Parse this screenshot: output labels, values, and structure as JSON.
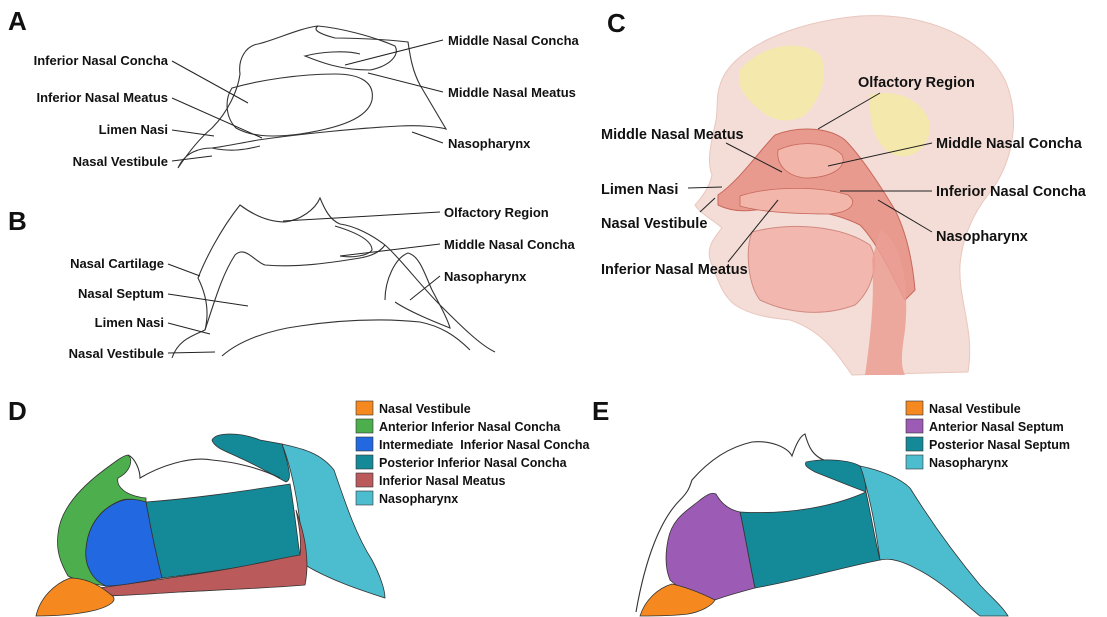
{
  "panels": {
    "a": {
      "letter": "A",
      "labels": {
        "inferior_concha": "Inferior Nasal Concha",
        "inferior_meatus": "Inferior Nasal Meatus",
        "limen_nasi": "Limen Nasi",
        "vestibule": "Nasal Vestibule",
        "middle_concha": "Middle Nasal Concha",
        "middle_meatus": "Middle Nasal Meatus",
        "nasopharynx": "Nasopharynx"
      }
    },
    "b": {
      "letter": "B",
      "labels": {
        "cartilage": "Nasal Cartilage",
        "septum": "Nasal Septum",
        "limen_nasi": "Limen Nasi",
        "vestibule": "Nasal Vestibule",
        "olfactory": "Olfactory Region",
        "middle_concha": "Middle Nasal Concha",
        "nasopharynx": "Nasopharynx"
      }
    },
    "c": {
      "letter": "C",
      "labels": {
        "olfactory": "Olfactory Region",
        "middle_meatus": "Middle Nasal Meatus",
        "middle_concha": "Middle Nasal Concha",
        "limen_nasi": "Limen Nasi",
        "inferior_concha": "Inferior Nasal Concha",
        "vestibule": "Nasal Vestibule",
        "nasopharynx": "Nasopharynx",
        "inferior_meatus": "Inferior Nasal Meatus"
      }
    },
    "d": {
      "letter": "D",
      "legend": [
        {
          "label": "Nasal Vestibule",
          "color": "#f5891f"
        },
        {
          "label": "Anterior Inferior Nasal Concha",
          "color": "#4cae4c"
        },
        {
          "label": "Intermediate  Inferior Nasal Concha",
          "color": "#2268e0"
        },
        {
          "label": "Posterior Inferior Nasal Concha",
          "color": "#148a99"
        },
        {
          "label": "Inferior Nasal Meatus",
          "color": "#bb5a5a"
        },
        {
          "label": "Nasopharynx",
          "color": "#4bbdcf"
        }
      ]
    },
    "e": {
      "letter": "E",
      "legend": [
        {
          "label": "Nasal Vestibule",
          "color": "#f5891f"
        },
        {
          "label": "Anterior Nasal Septum",
          "color": "#9c5bb5"
        },
        {
          "label": "Posterior Nasal Septum",
          "color": "#148a99"
        },
        {
          "label": "Nasopharynx",
          "color": "#4bbdcf"
        }
      ]
    }
  }
}
